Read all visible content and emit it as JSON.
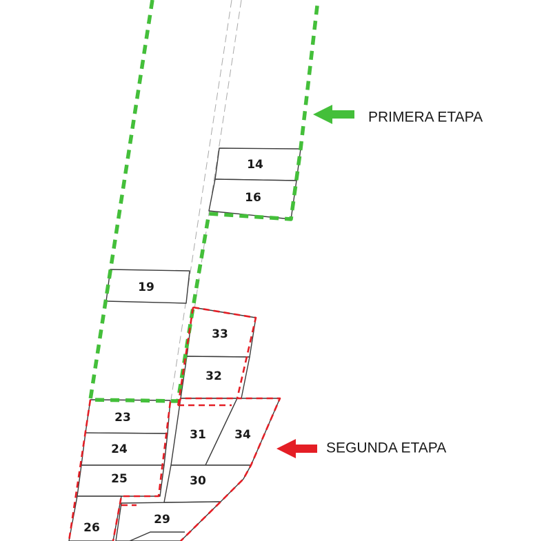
{
  "colors": {
    "stage_one": "#44bf3a",
    "stage_two": "#e41e25",
    "lot_outline": "#3a3a3a",
    "road_centerline": "#a8a8a8"
  },
  "stages": [
    {
      "id": "primera",
      "label": "PRIMERA ETAPA",
      "color": "#44bf3a",
      "arrow_icon": "left-arrow-icon"
    },
    {
      "id": "segunda",
      "label": "SEGUNDA ETAPA",
      "color": "#e41e25",
      "arrow_icon": "left-arrow-icon"
    }
  ],
  "lots": [
    {
      "number": "14"
    },
    {
      "number": "16"
    },
    {
      "number": "19"
    },
    {
      "number": "33"
    },
    {
      "number": "32"
    },
    {
      "number": "31"
    },
    {
      "number": "34"
    },
    {
      "number": "30"
    },
    {
      "number": "23"
    },
    {
      "number": "24"
    },
    {
      "number": "25"
    },
    {
      "number": "26"
    },
    {
      "number": "29"
    }
  ]
}
